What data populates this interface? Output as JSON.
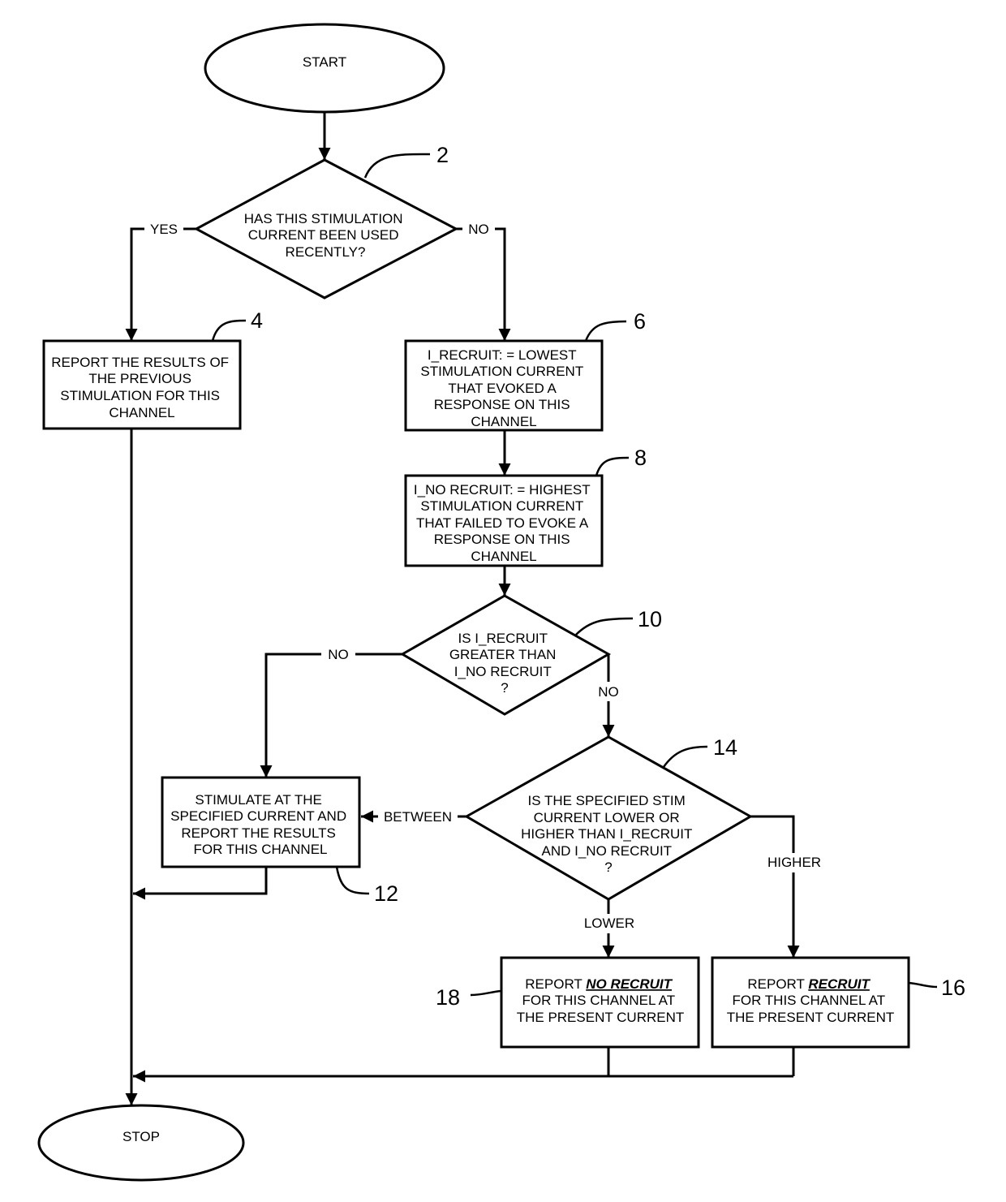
{
  "diagram": {
    "nodes": {
      "start": {
        "lines": [
          "START"
        ]
      },
      "d2": {
        "lines": [
          "HAS THIS STIMULATION",
          "CURRENT BEEN USED",
          "RECENTLY?"
        ]
      },
      "b4": {
        "lines": [
          "REPORT THE RESULTS OF",
          "THE PREVIOUS",
          "STIMULATION FOR THIS",
          "CHANNEL"
        ]
      },
      "b6": {
        "lines": [
          "I_RECRUIT: = LOWEST",
          "STIMULATION CURRENT",
          "THAT EVOKED A",
          "RESPONSE ON THIS",
          "CHANNEL"
        ]
      },
      "b8": {
        "lines": [
          "I_NO RECRUIT: = HIGHEST",
          "STIMULATION CURRENT",
          "THAT FAILED TO EVOKE A",
          "RESPONSE ON THIS",
          "CHANNEL"
        ]
      },
      "d10": {
        "lines": [
          "IS I_RECRUIT",
          "GREATER THAN",
          "I_NO RECRUIT",
          "?"
        ]
      },
      "d14": {
        "lines": [
          "IS THE SPECIFIED STIM",
          "CURRENT LOWER OR",
          "HIGHER THAN I_RECRUIT",
          "AND I_NO RECRUIT",
          "?"
        ]
      },
      "b12": {
        "lines": [
          "STIMULATE AT THE",
          "SPECIFIED CURRENT AND",
          "REPORT THE RESULTS",
          "FOR THIS CHANNEL"
        ]
      },
      "b18": {
        "prefix": "REPORT ",
        "emphasis": "NO RECRUIT",
        "lines": [
          "FOR THIS CHANNEL AT",
          "THE PRESENT CURRENT"
        ]
      },
      "b16": {
        "prefix": "REPORT ",
        "emphasis": "RECRUIT",
        "lines": [
          "FOR THIS CHANNEL AT",
          "THE PRESENT CURRENT"
        ]
      },
      "stop": {
        "lines": [
          "STOP"
        ]
      }
    },
    "edge_labels": {
      "yes": "YES",
      "no_d2": "NO",
      "no_left": "NO",
      "no_down": "NO",
      "between": "BETWEEN",
      "higher": "HIGHER",
      "lower": "LOWER"
    },
    "refs": {
      "r2": "2",
      "r4": "4",
      "r6": "6",
      "r8": "8",
      "r10": "10",
      "r12": "12",
      "r14": "14",
      "r16": "16",
      "r18": "18"
    }
  }
}
